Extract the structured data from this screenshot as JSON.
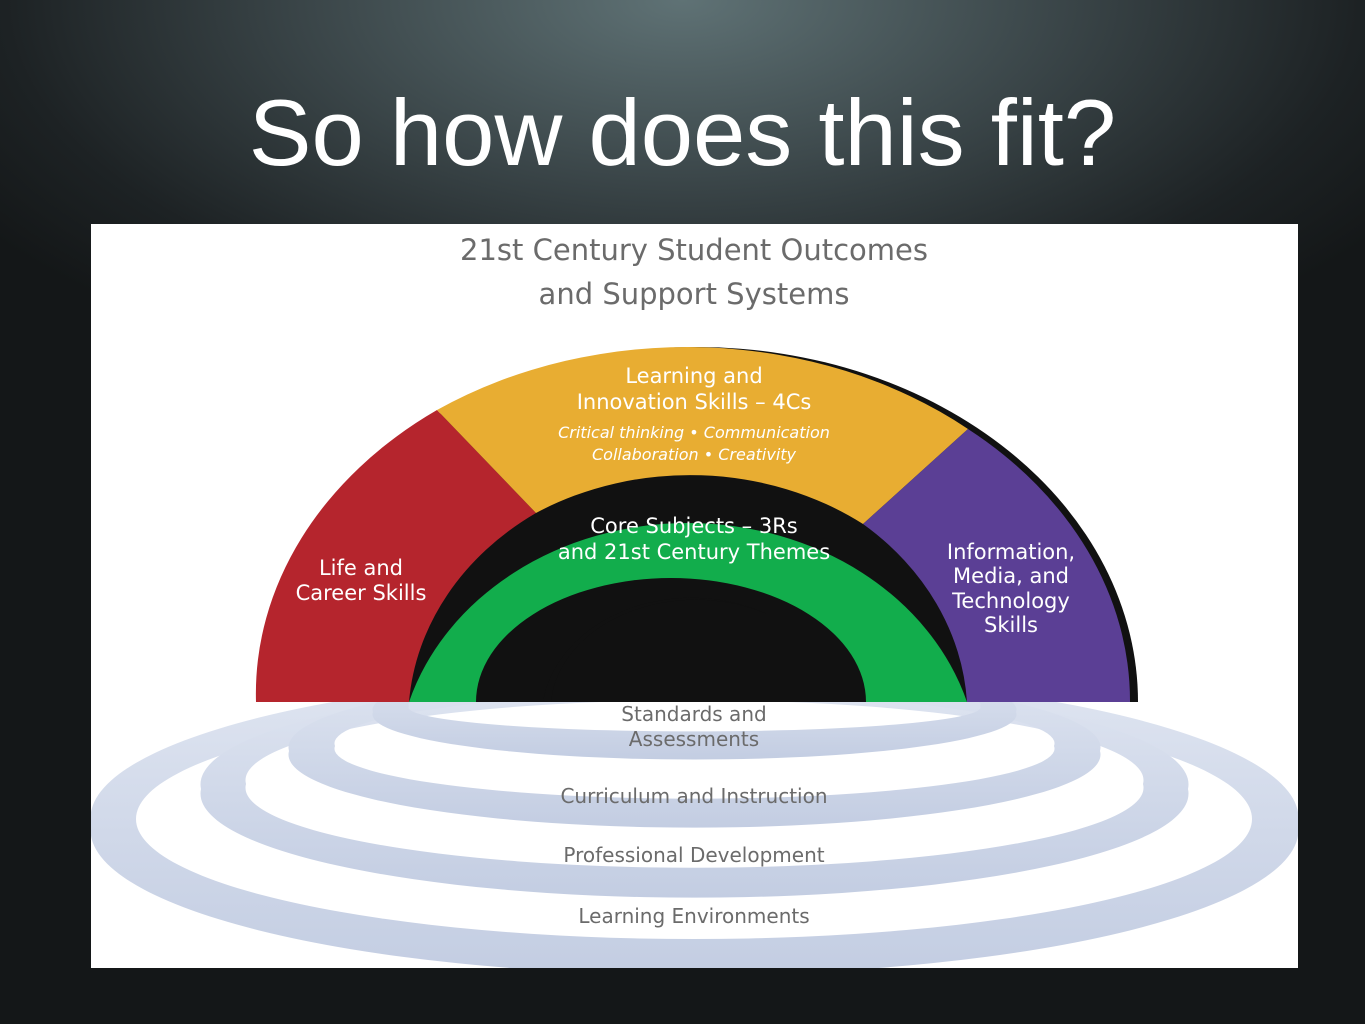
{
  "slide": {
    "title": "So how does this fit?"
  },
  "diagram": {
    "heading": [
      "21st Century Student Outcomes",
      "and Support Systems"
    ],
    "segments": {
      "life_career": [
        "Life and",
        "Career Skills"
      ],
      "learning_innovation": [
        "Learning and",
        "Innovation Skills – 4Cs"
      ],
      "learning_innovation_sub": [
        "Critical thinking • Communication",
        "Collaboration • Creativity"
      ],
      "information_media": [
        "Information,",
        "Media, and",
        "Technology",
        "Skills"
      ],
      "core_subjects": [
        "Core Subjects – 3Rs",
        "and 21st Century Themes"
      ]
    },
    "support_systems": [
      [
        "Standards and",
        "Assessments"
      ],
      [
        "Curriculum and Instruction"
      ],
      [
        "Professional Development"
      ],
      [
        "Learning Environments"
      ]
    ],
    "colors": {
      "life_career": "#b5252d",
      "learning_innovation": "#e8ad32",
      "information_media": "#5b3f95",
      "core_subjects": "#12ad4c",
      "ring": "#cdd6e8",
      "shadow": "#111111"
    }
  }
}
